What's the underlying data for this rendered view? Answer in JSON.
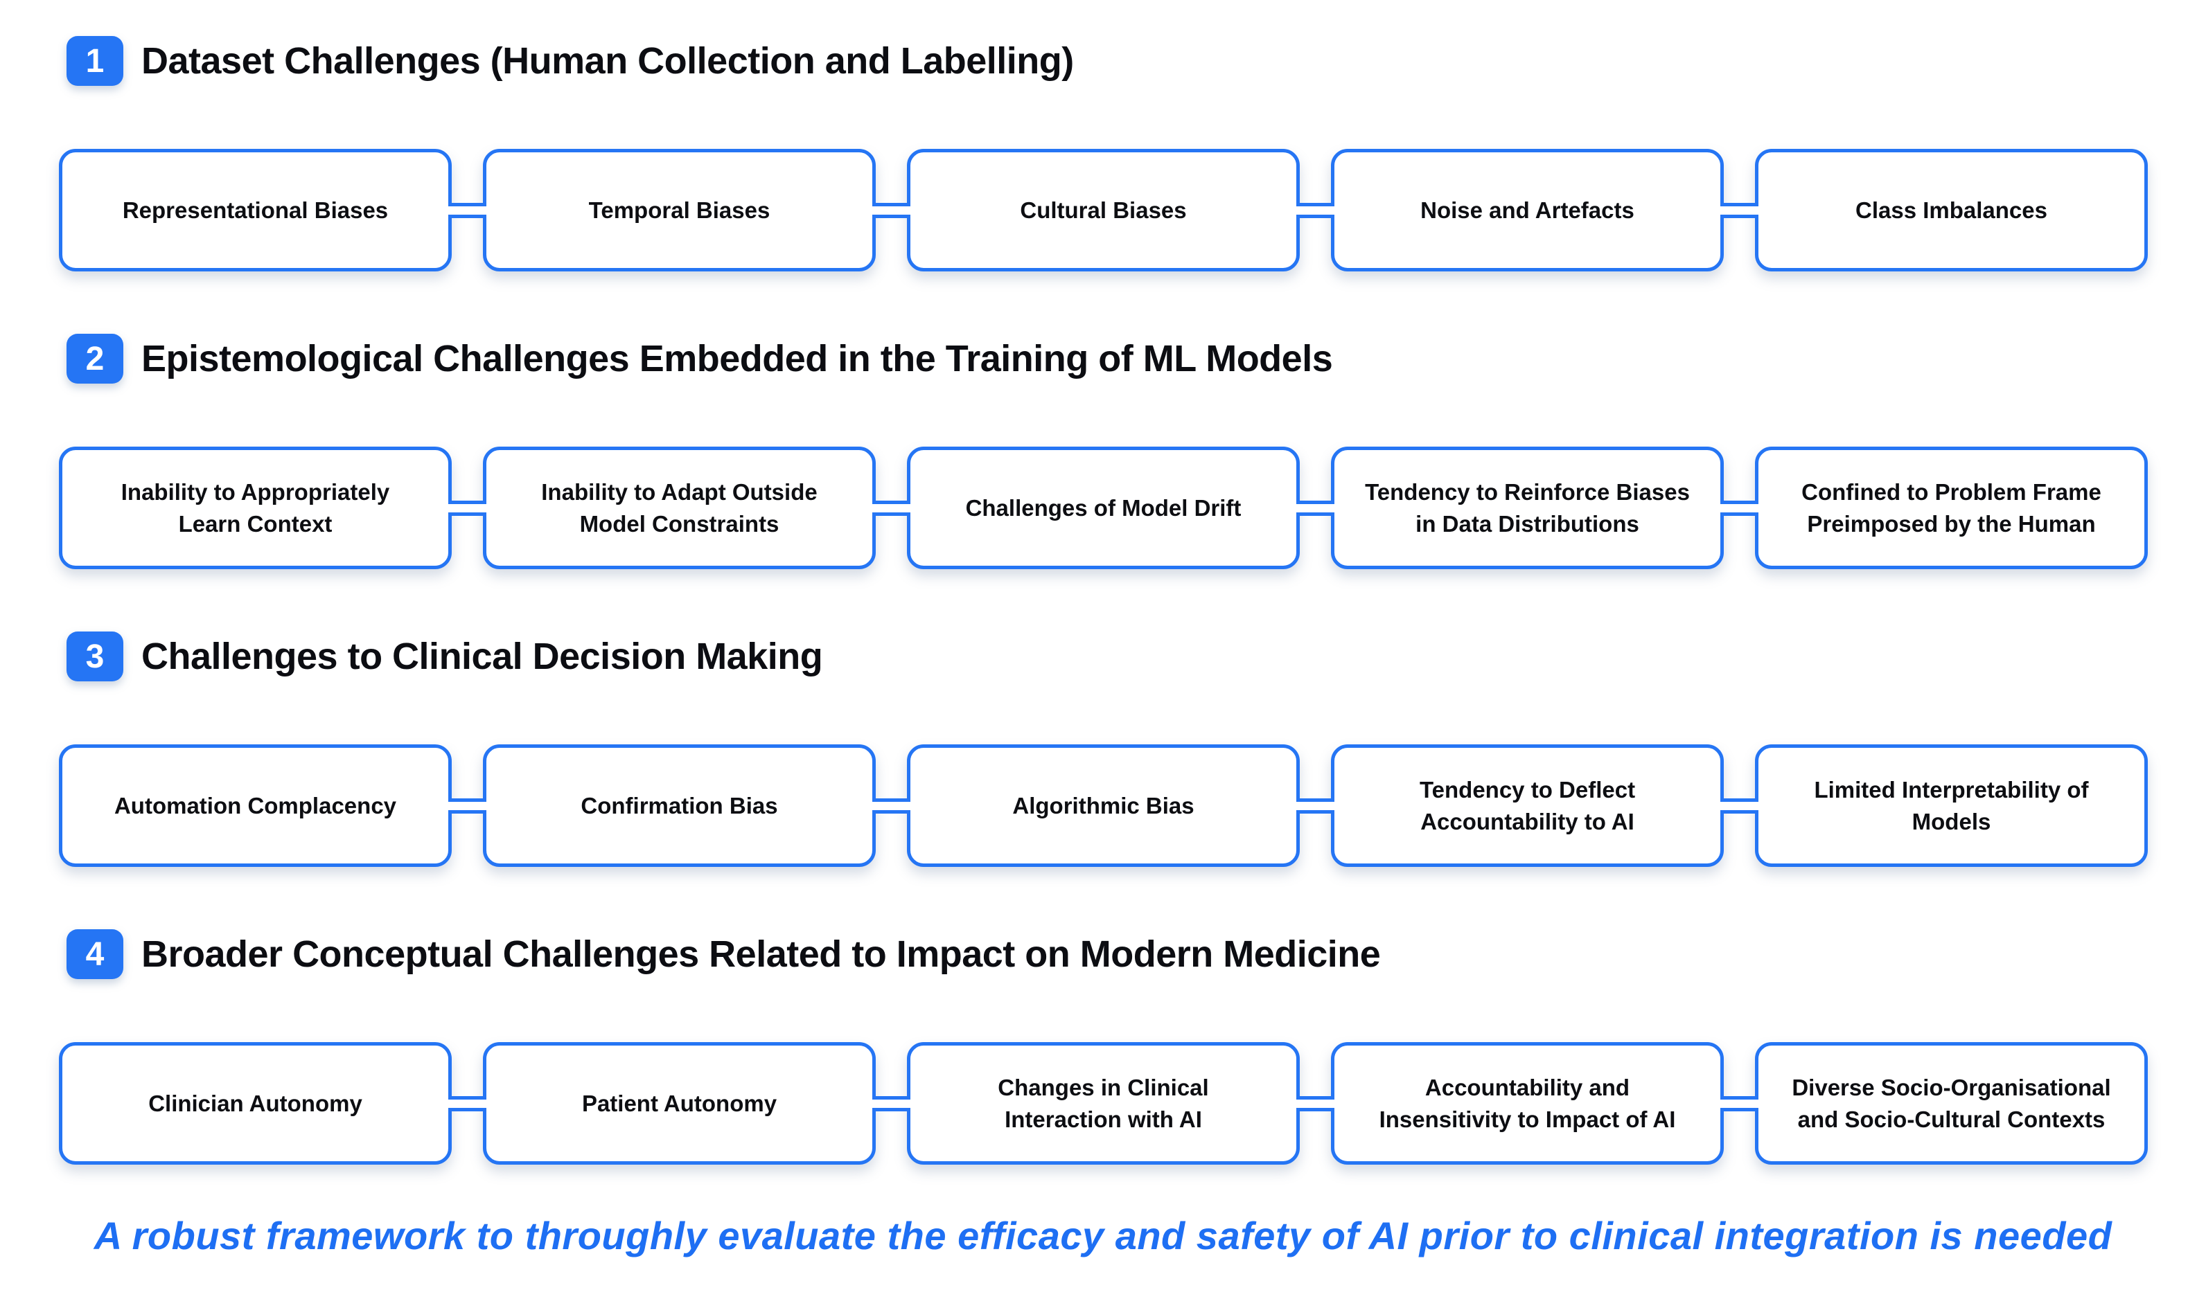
{
  "colors": {
    "accent": "#2575f4",
    "footer_text": "#1e6ff3",
    "ink": "#0c0d12",
    "background": "#ffffff"
  },
  "sections": [
    {
      "number": "1",
      "title": "Dataset Challenges (Human Collection and Labelling)",
      "boxes": [
        "Representational Biases",
        "Temporal Biases",
        "Cultural Biases",
        "Noise and Artefacts",
        "Class Imbalances"
      ]
    },
    {
      "number": "2",
      "title": "Epistemological Challenges Embedded in the Training of ML Models",
      "boxes": [
        "Inability to Appropriately Learn Context",
        "Inability to Adapt Outside Model Constraints",
        "Challenges of Model Drift",
        "Tendency to Reinforce Biases in Data Distributions",
        "Confined to Problem Frame Preimposed by the Human"
      ]
    },
    {
      "number": "3",
      "title": "Challenges to Clinical Decision Making",
      "boxes": [
        "Automation Complacency",
        "Confirmation Bias",
        "Algorithmic Bias",
        "Tendency to Deflect Accountability to AI",
        "Limited Interpretability of Models"
      ]
    },
    {
      "number": "4",
      "title": "Broader Conceptual Challenges Related to Impact on Modern Medicine",
      "boxes": [
        "Clinician Autonomy",
        "Patient Autonomy",
        "Changes in Clinical Interaction with AI",
        "Accountability and Insensitivity to Impact of AI",
        "Diverse Socio-Organisational and Socio-Cultural Contexts"
      ]
    }
  ],
  "footer": {
    "text": "A robust framework to throughly evaluate the efficacy and safety of AI prior to clinical integration is needed"
  }
}
